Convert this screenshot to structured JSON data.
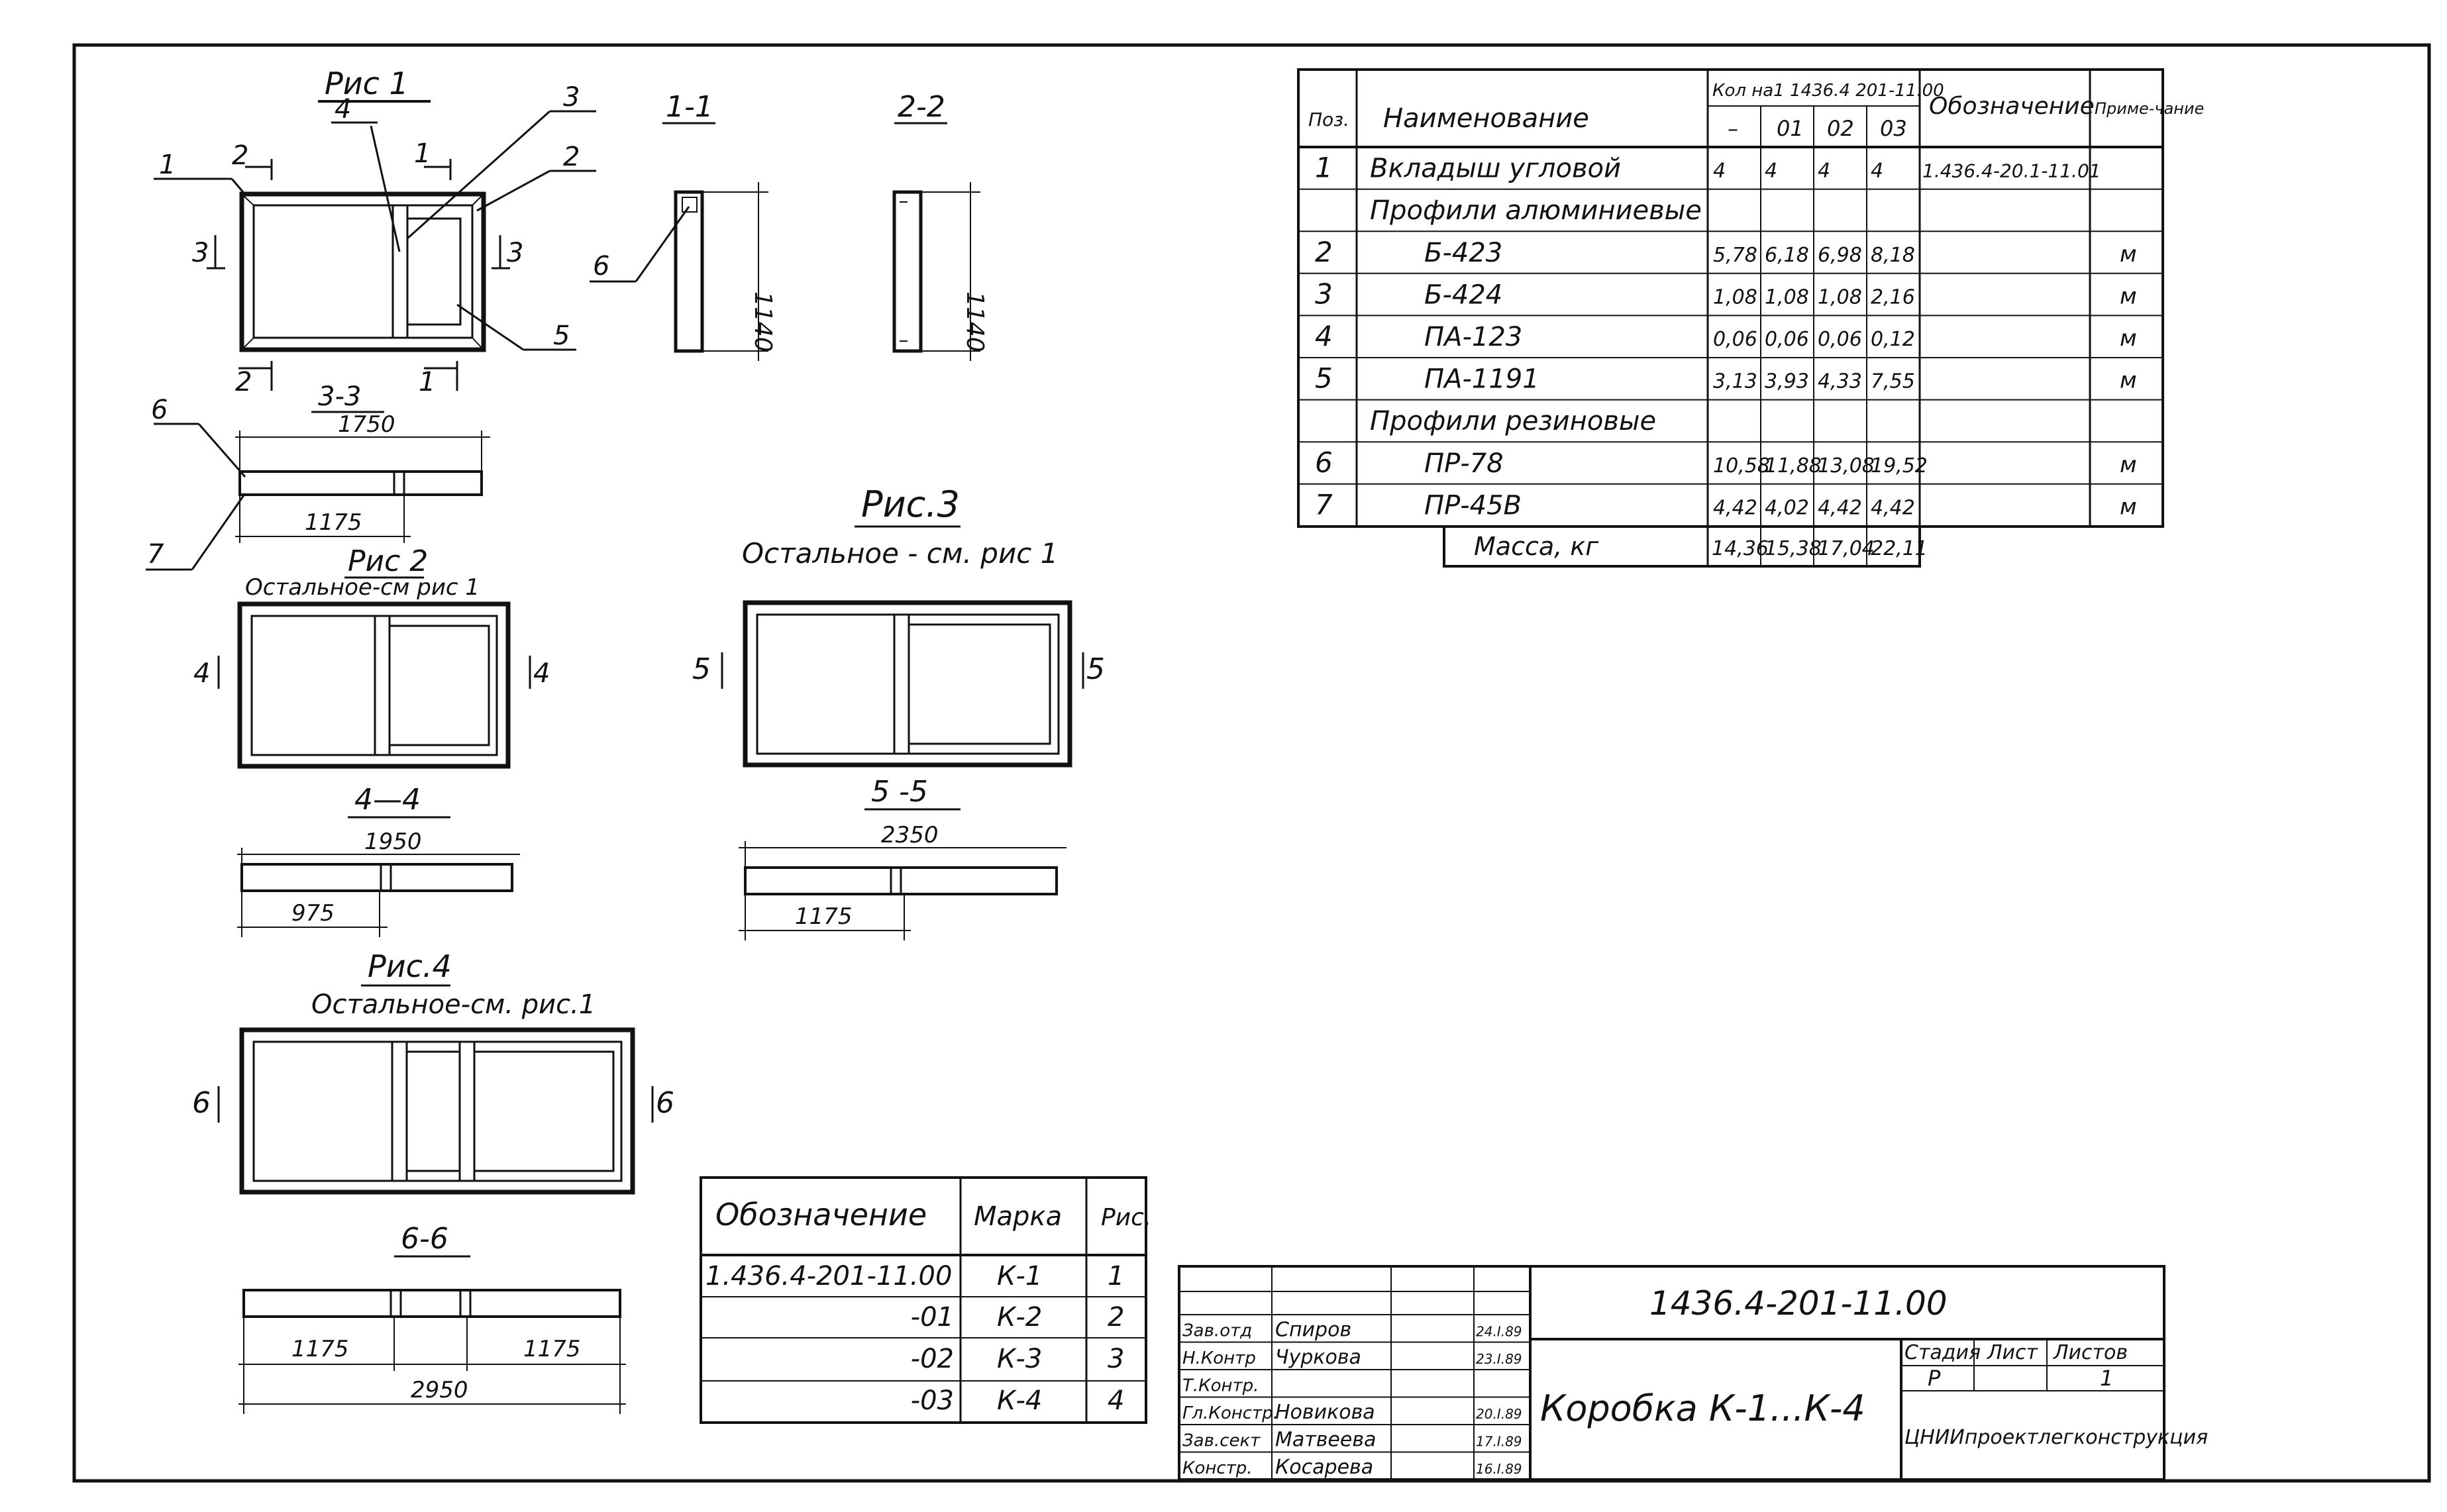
{
  "drawings": {
    "fig1": {
      "title": "Рис 1",
      "callouts": [
        "1",
        "2",
        "3",
        "4",
        "5",
        "6",
        "7"
      ],
      "cuts": [
        "1",
        "2",
        "3"
      ]
    },
    "sec11": {
      "title": "1-1",
      "dim": "1140"
    },
    "sec22": {
      "title": "2-2",
      "dim": "1140"
    },
    "sec33": {
      "title": "3-3",
      "dim_total": "1750",
      "dim_part": "1175"
    },
    "fig2": {
      "title": "Рис 2",
      "note": "Остальное-см рис 1",
      "cut": "4"
    },
    "sec44": {
      "title": "4—4",
      "dim_total": "1950",
      "dim_part": "975"
    },
    "fig3": {
      "title": "Рис.3",
      "note": "Остальное - см. рис 1",
      "cut": "5"
    },
    "sec55": {
      "title": "5 -5",
      "dim_total": "2350",
      "dim_part": "1175"
    },
    "fig4": {
      "title": "Рис.4",
      "note": "Остальное-см. рис.1",
      "cut": "6"
    },
    "sec66": {
      "title": "6-6",
      "dim_left": "1175",
      "dim_right": "1175",
      "dim_total": "2950"
    }
  },
  "spec": {
    "headers": {
      "pos": "Поз.",
      "name": "Наименование",
      "qty": "Кол на1 1436.4 201-11.00",
      "qty_cols": [
        "–",
        "01",
        "02",
        "03"
      ],
      "desig": "Обозначение",
      "note": "Приме-чание"
    },
    "rows": [
      {
        "pos": "1",
        "name": "Вкладыш угловой",
        "q": [
          "4",
          "4",
          "4",
          "4"
        ],
        "desig": "1.436.4-20.1-11.01",
        "note": ""
      },
      {
        "pos": "",
        "name": "Профили алюминиевые",
        "q": [
          "",
          "",
          "",
          ""
        ],
        "desig": "",
        "note": ""
      },
      {
        "pos": "2",
        "name": "Б-423",
        "q": [
          "5,78",
          "6,18",
          "6,98",
          "8,18"
        ],
        "desig": "",
        "note": "м"
      },
      {
        "pos": "3",
        "name": "Б-424",
        "q": [
          "1,08",
          "1,08",
          "1,08",
          "2,16"
        ],
        "desig": "",
        "note": "м"
      },
      {
        "pos": "4",
        "name": "ПА-123",
        "q": [
          "0,06",
          "0,06",
          "0,06",
          "0,12"
        ],
        "desig": "",
        "note": "м"
      },
      {
        "pos": "5",
        "name": "ПА-1191",
        "q": [
          "3,13",
          "3,93",
          "4,33",
          "7,55"
        ],
        "desig": "",
        "note": "м"
      },
      {
        "pos": "",
        "name": "Профили резиновые",
        "q": [
          "",
          "",
          "",
          ""
        ],
        "desig": "",
        "note": ""
      },
      {
        "pos": "6",
        "name": "ПР-78",
        "q": [
          "10,58",
          "11,88",
          "13,08",
          "19,52"
        ],
        "desig": "",
        "note": "м"
      },
      {
        "pos": "7",
        "name": "ПР-45В",
        "q": [
          "4,42",
          "4,02",
          "4,42",
          "4,42"
        ],
        "desig": "",
        "note": "м"
      }
    ],
    "mass": {
      "label": "Масса, кг",
      "q": [
        "14,36",
        "15,38",
        "17,04",
        "22,11"
      ]
    }
  },
  "variants": {
    "headers": {
      "desig": "Обозначение",
      "mark": "Марка",
      "fig": "Рис."
    },
    "rows": [
      {
        "desig": "1.436.4-201-11.00",
        "mark": "К-1",
        "fig": "1"
      },
      {
        "desig": "-01",
        "mark": "К-2",
        "fig": "2"
      },
      {
        "desig": "-02",
        "mark": "К-3",
        "fig": "3"
      },
      {
        "desig": "-03",
        "mark": "К-4",
        "fig": "4"
      }
    ]
  },
  "title_block": {
    "code": "1436.4-201-11.00",
    "name": "Коробка К-1...К-4",
    "stage_label": "Стадия",
    "sheet_label": "Лист",
    "sheets_label": "Листов",
    "stage": "Р",
    "sheets": "1",
    "org": "ЦНИИпроектлегконструкция",
    "signers": [
      {
        "role": "Зав.отд",
        "name": "Спиров",
        "date": "24.I.89"
      },
      {
        "role": "Н.Контр",
        "name": "Чуркова",
        "date": "23.I.89"
      },
      {
        "role": "Т.Контр.",
        "name": "",
        "date": ""
      },
      {
        "role": "Гл.Констр.",
        "name": "Новикова",
        "date": "20.I.89"
      },
      {
        "role": "Зав.сект",
        "name": "Матвеева",
        "date": "17.I.89"
      },
      {
        "role": "Констр.",
        "name": "Косарева",
        "date": "16.I.89"
      }
    ]
  }
}
